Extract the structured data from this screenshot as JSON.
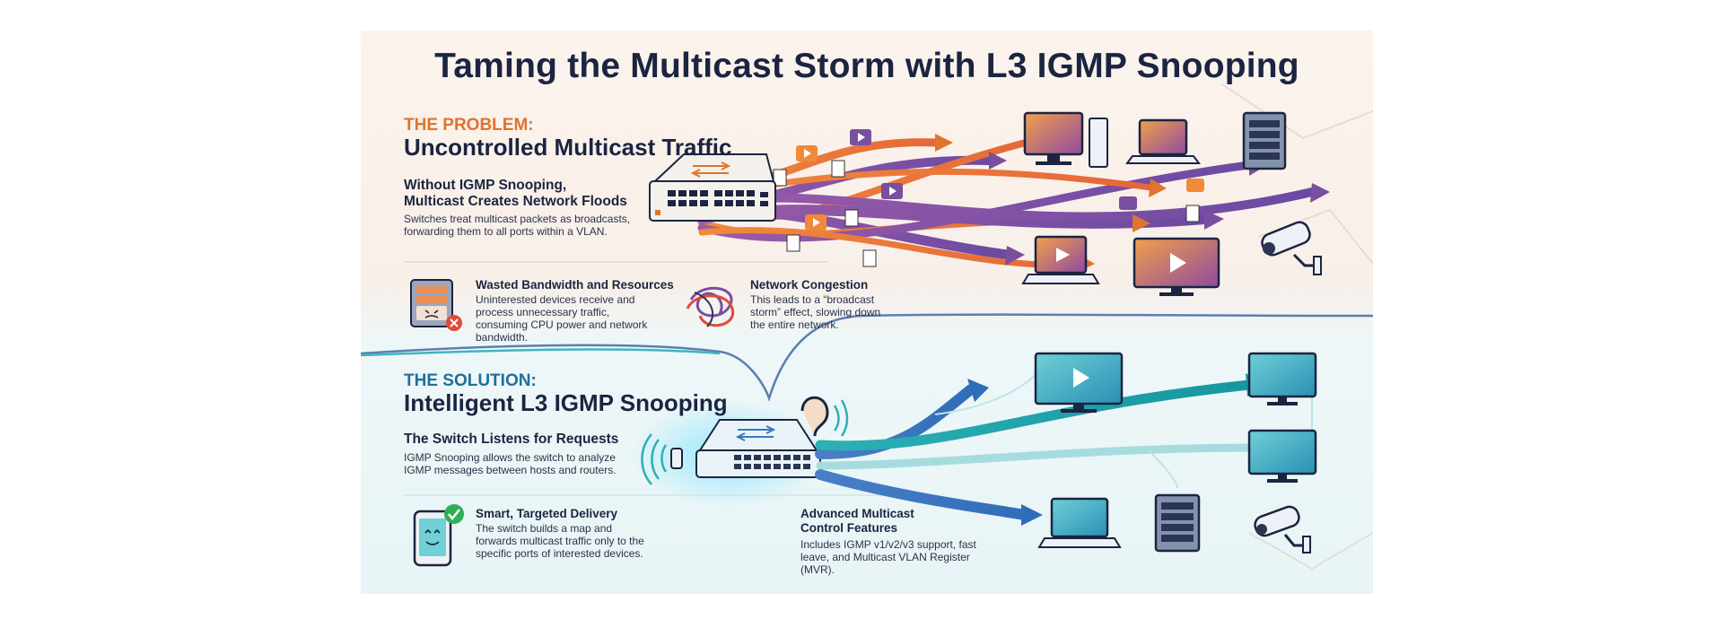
{
  "title": "Taming the Multicast Storm with L3 IGMP Snooping",
  "problem": {
    "kicker": "THE PROBLEM:",
    "heading": "Uncontrolled Multicast Traffic",
    "subheading_line1": "Without IGMP Snooping,",
    "subheading_line2": "Multicast Creates Network Floods",
    "body": "Switches treat multicast packets as broadcasts, forwarding them to all ports within a VLAN.",
    "wasted": {
      "title": "Wasted Bandwidth and Resources",
      "body": "Uninterested devices receive and process unnecessary traffic, consuming CPU power and network bandwidth."
    },
    "congestion": {
      "title": "Network Congestion",
      "body": "This leads to a “broadcast storm” effect, slowing down the entire network."
    }
  },
  "solution": {
    "kicker": "THE SOLUTION:",
    "heading": "Intelligent L3 IGMP Snooping",
    "subheading": "The Switch Listens for Requests",
    "body": "IGMP Snooping allows the switch to analyze IGMP messages between hosts and routers.",
    "smart": {
      "title": "Smart, Targeted Delivery",
      "body": "The switch builds a map and forwards multicast traffic only to the specific ports of interested devices."
    },
    "advanced": {
      "title_line1": "Advanced Multicast",
      "title_line2": "Control Features",
      "body": "Includes IGMP v1/v2/v3 support, fast leave, and Multicast VLAN Register (MVR)."
    }
  },
  "colors": {
    "navy": "#1b2440",
    "orange": "#e0732e",
    "purple": "#7a4fa0",
    "teal": "#1aa3a8",
    "blue": "#3a78c2"
  }
}
